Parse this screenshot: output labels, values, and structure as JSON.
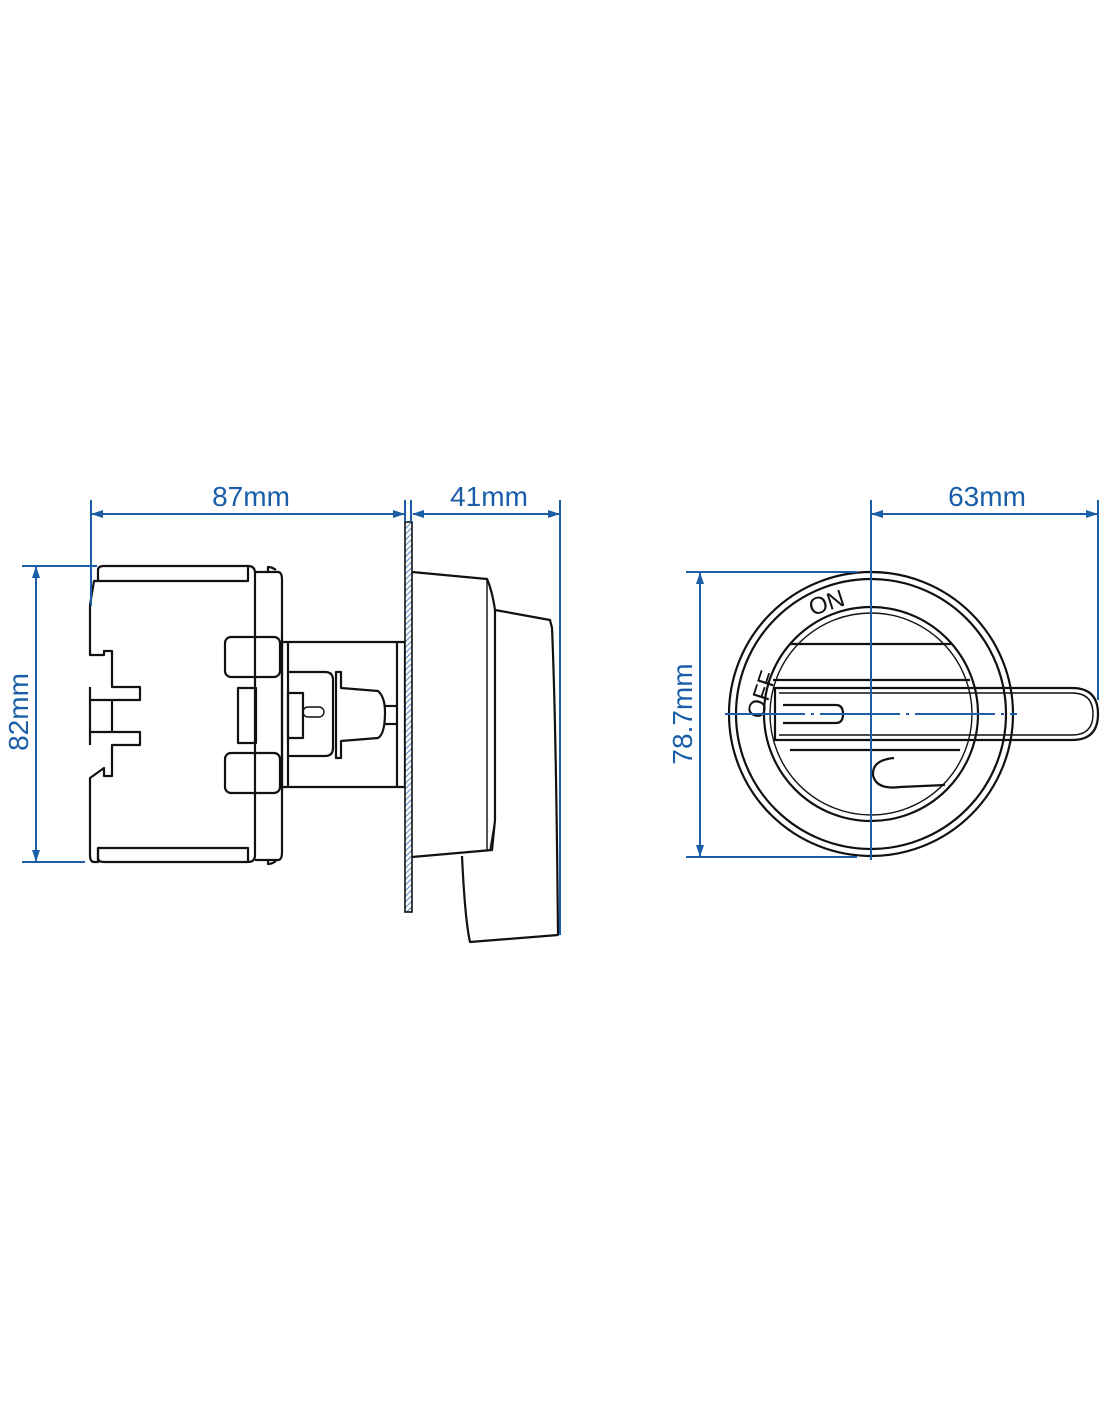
{
  "dimensions": {
    "body_depth": "87mm",
    "handle_depth": "41mm",
    "body_height": "82mm",
    "handle_length": "63mm",
    "dial_diameter": "78.7mm"
  },
  "dial_labels": {
    "on": "ON",
    "off": "OFF"
  },
  "colors": {
    "dimension": "#1a5ea8",
    "outline": "#111111"
  }
}
